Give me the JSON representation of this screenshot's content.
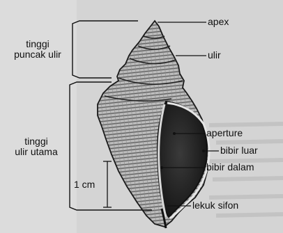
{
  "labels": {
    "tinggi_puncak_ulir": [
      "tinggi",
      "puncak ulir"
    ],
    "tinggi_ulir_utama": [
      "tinggi",
      "ulir utama"
    ],
    "apex": "apex",
    "ulir": "ulir",
    "aperture": "aperture",
    "bibir_luar": "bibir luar",
    "bibir_dalam": "bibir dalam",
    "lekuk_sifon": "lekuk sifon",
    "scale": "1 cm"
  },
  "colors": {
    "background": "#d4d4d4",
    "ink": "#0f0f0f",
    "shell_light": "#b6b6b6",
    "shell_dark": "#2a2a2a"
  }
}
